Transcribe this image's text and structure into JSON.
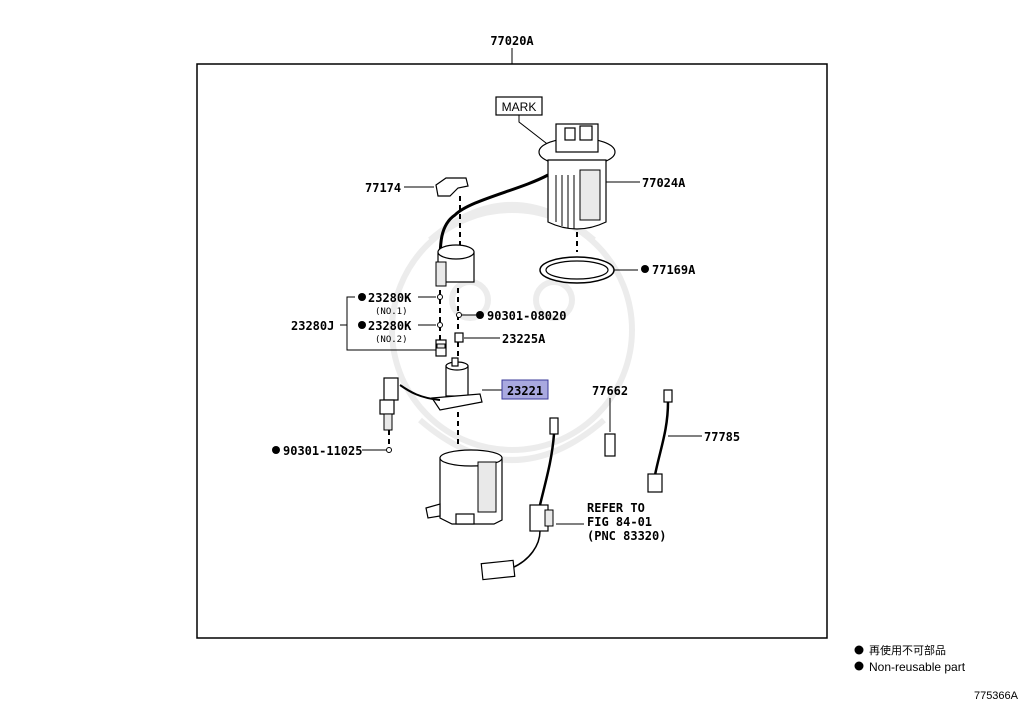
{
  "assembly_label": "77020A",
  "mark_label": "MARK",
  "parts": {
    "p77024A": "77024A",
    "p77169A": "77169A",
    "p77174": "77174",
    "p23280K_1": "23280K",
    "p23280K_1_note": "(NO.1)",
    "p23280K_2": "23280K",
    "p23280K_2_note": "(NO.2)",
    "p23280J": "23280J",
    "p90301_08020": "90301-08020",
    "p23225A": "23225A",
    "p23221": "23221",
    "p77662": "77662",
    "p77785": "77785",
    "p90301_11025": "90301-11025"
  },
  "refer_note": {
    "line1": "REFER TO",
    "line2": "FIG 84-01",
    "line3": "(PNC 83320)"
  },
  "legend": {
    "jp": "再使用不可部品",
    "en": "Non-reusable part"
  },
  "figure_id": "775366A",
  "colors": {
    "highlight_fill": "#a9a9e0",
    "highlight_stroke": "#3b3b9a"
  }
}
